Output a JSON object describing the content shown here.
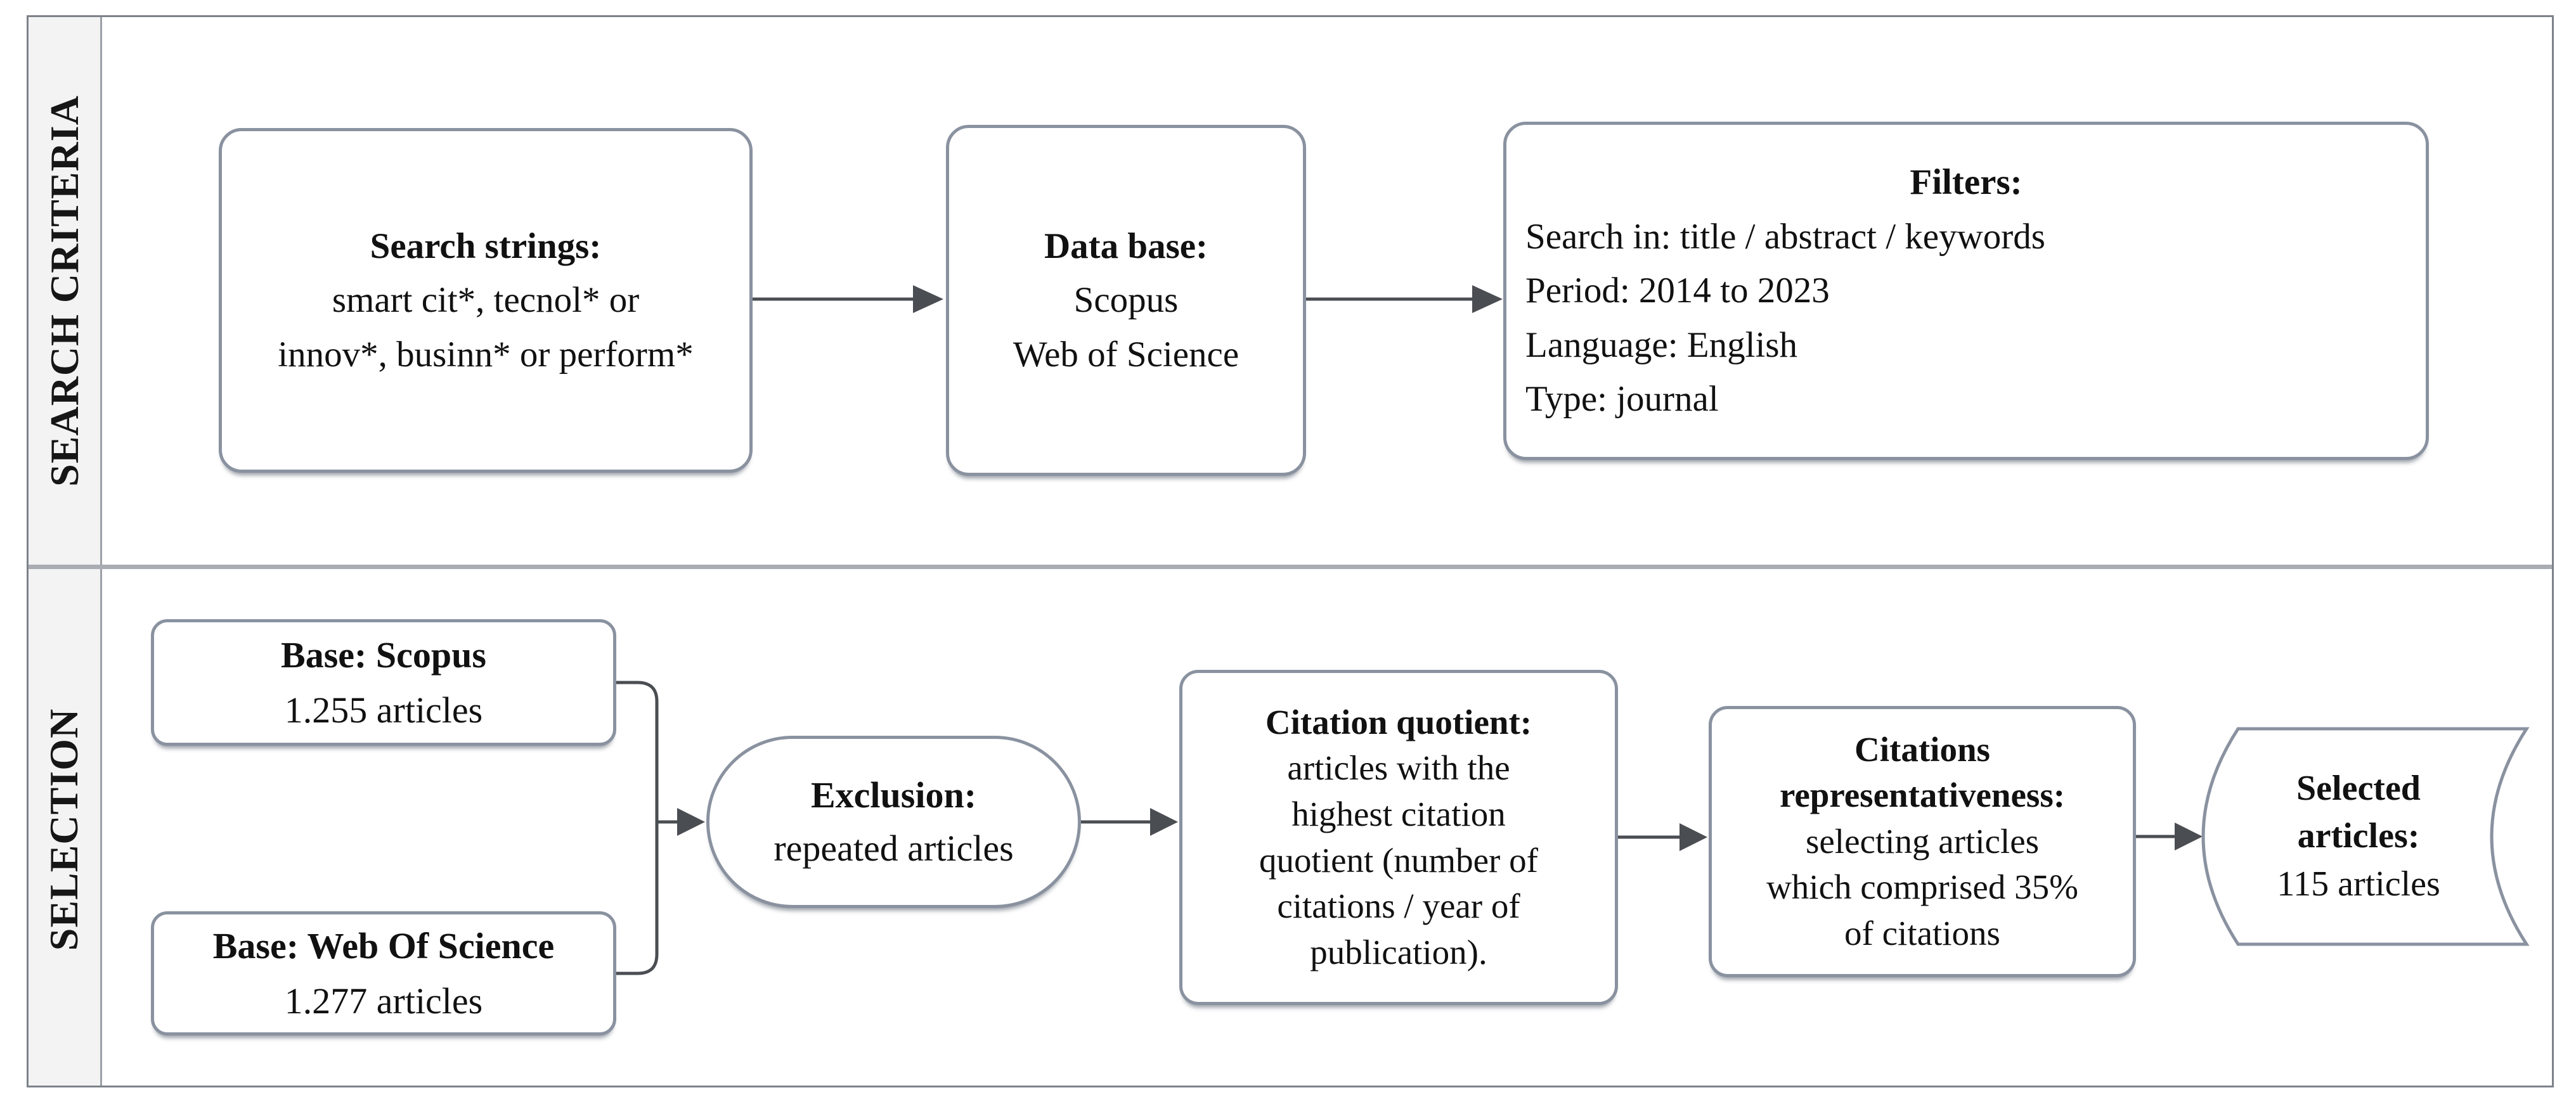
{
  "sidebar": {
    "sections": [
      {
        "label": "SEARCH CRITERIA"
      },
      {
        "label": "SELECTION"
      }
    ]
  },
  "search_criteria": {
    "search_strings": {
      "title": "Search strings:",
      "lines": [
        "smart cit*, tecnol* or",
        "innov*, businn* or perform*"
      ]
    },
    "database": {
      "title": "Data base:",
      "lines": [
        "Scopus",
        "Web of Science"
      ]
    },
    "filters": {
      "title": "Filters:",
      "lines": [
        "Search in: title / abstract / keywords",
        "Period: 2014 to 2023",
        "Language: English",
        "Type: journal"
      ]
    }
  },
  "selection": {
    "base_scopus": {
      "title": "Base: Scopus",
      "count": "1.255 articles"
    },
    "base_web_of_science": {
      "title": "Base: Web Of Science",
      "count": "1.277 articles"
    },
    "exclusion": {
      "title": "Exclusion:",
      "body": "repeated articles"
    },
    "citation_quotient": {
      "title": "Citation quotient:",
      "body": "articles with the highest citation quotient (number of citations / year of publication)."
    },
    "citations_representativeness": {
      "title": "Citations representativeness:",
      "body": "selecting articles which comprised 35% of citations"
    },
    "selected_articles": {
      "title": "Selected articles:",
      "count": "115 articles"
    }
  },
  "colors": {
    "box_border": "#8a92a0",
    "connector": "#4a4d52",
    "sidebar_bg": "#f3f3f3",
    "divider": "#a9adb3",
    "frame_border": "#7d828a",
    "text": "#111111",
    "background": "#ffffff"
  }
}
